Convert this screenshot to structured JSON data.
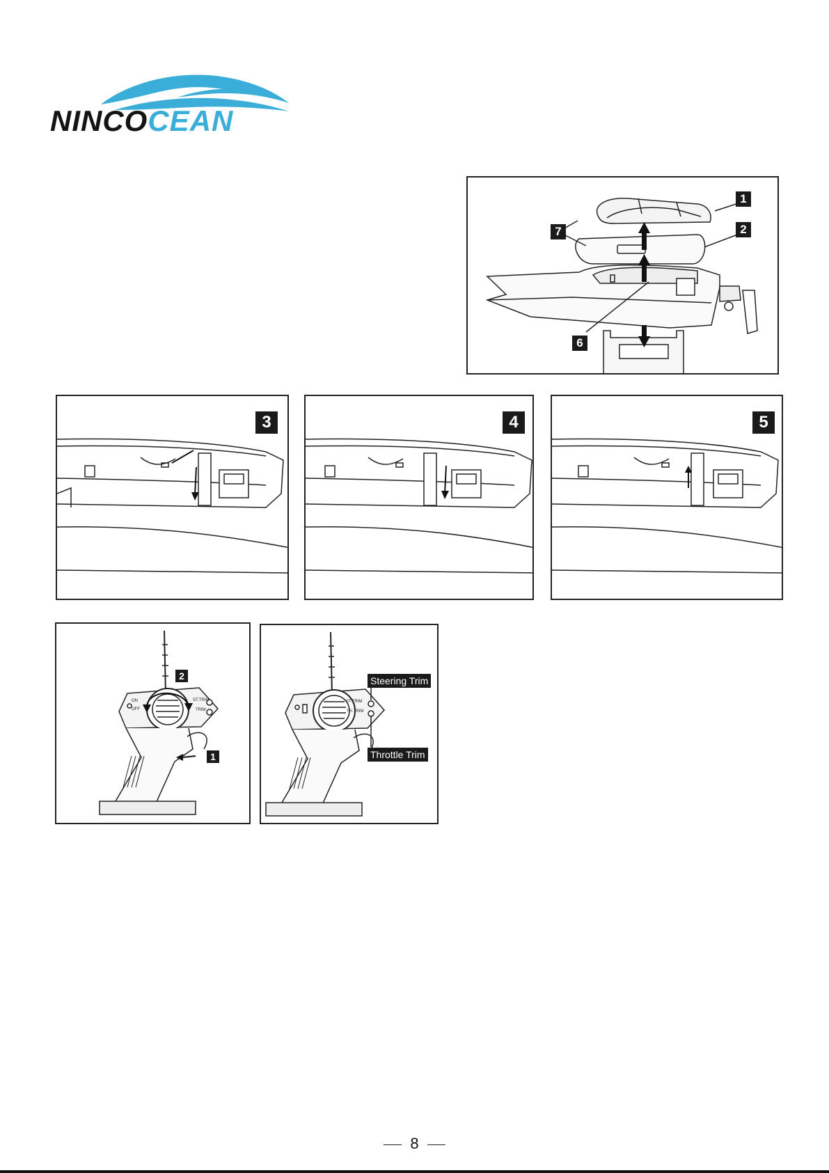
{
  "brand": {
    "name_dark": "NINCO",
    "name_light": "CEAN",
    "colors": {
      "dark": "#141414",
      "accent": "#3aaed8"
    }
  },
  "figures": {
    "boat_exploded": {
      "labels": [
        "1",
        "2",
        "7",
        "6"
      ]
    },
    "step3": {
      "label": "3"
    },
    "step4": {
      "label": "4"
    },
    "step5": {
      "label": "5"
    },
    "transmitter_power": {
      "labels": [
        "2",
        "1"
      ],
      "switch_on": "ON",
      "switch_off": "OFF",
      "st_trim": "ST.TRIM",
      "trim": "TRIM"
    },
    "transmitter_trim": {
      "steering_trim": "Steering Trim",
      "throttle_trim": "Throttle Trim",
      "st_trim": "ST.TRIM",
      "th_trim": "TH.TRIM"
    }
  },
  "footer": {
    "page_number": "8"
  }
}
